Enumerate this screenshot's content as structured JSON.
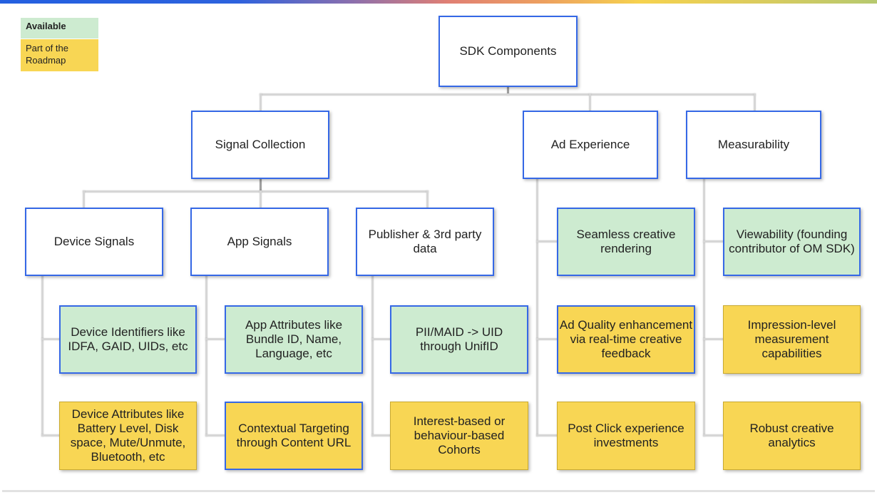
{
  "legend": {
    "available": {
      "label": "Available",
      "color": "#cdebd0"
    },
    "roadmap": {
      "label": "Part of the Roadmap",
      "color": "#f8d654"
    }
  },
  "colors": {
    "node_border": "#3568e6",
    "available": "#cdebd0",
    "roadmap": "#f8d654",
    "connector": "#d6d6d6"
  },
  "tree": {
    "root": {
      "label": "SDK Components",
      "status": "category"
    },
    "categories": [
      {
        "label": "Signal Collection",
        "status": "category"
      },
      {
        "label": "Ad Experience",
        "status": "category"
      },
      {
        "label": "Measurability",
        "status": "category"
      }
    ],
    "signal_groups": [
      {
        "label": "Device Signals",
        "status": "category"
      },
      {
        "label": "App Signals",
        "status": "category"
      },
      {
        "label": "Publisher & 3rd party data",
        "status": "category"
      }
    ],
    "device_signals": [
      {
        "label": "Device Identifiers like IDFA, GAID, UIDs, etc",
        "status": "available"
      },
      {
        "label": "Device Attributes like Battery Level, Disk space, Mute/Unmute, Bluetooth, etc",
        "status": "roadmap"
      }
    ],
    "app_signals": [
      {
        "label": "App Attributes like Bundle ID, Name, Language, etc",
        "status": "available"
      },
      {
        "label": "Contextual Targeting through Content URL",
        "status": "roadmap"
      }
    ],
    "publisher_data": [
      {
        "label": "PII/MAID -> UID through UnifID",
        "status": "available"
      },
      {
        "label": "Interest-based or behaviour-based Cohorts",
        "status": "roadmap"
      }
    ],
    "ad_experience": [
      {
        "label": "Seamless creative rendering",
        "status": "available"
      },
      {
        "label": "Ad Quality enhancement via real-time creative feedback",
        "status": "roadmap"
      },
      {
        "label": "Post Click experience investments",
        "status": "roadmap"
      }
    ],
    "measurability": [
      {
        "label": "Viewability (founding contributor of OM SDK)",
        "status": "available"
      },
      {
        "label": "Impression-level measurement capabilities",
        "status": "roadmap"
      },
      {
        "label": "Robust creative analytics",
        "status": "roadmap"
      }
    ]
  }
}
